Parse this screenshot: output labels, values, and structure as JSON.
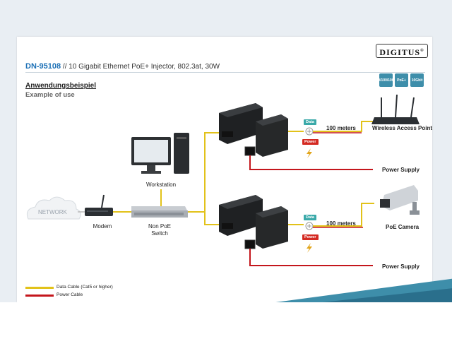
{
  "brand": {
    "logo": "DIGITUS",
    "logo_mark": "®"
  },
  "product": {
    "code": "DN-95108",
    "separator": "//",
    "description": "10 Gigabit Ethernet PoE+ Injector, 802.3at, 30W"
  },
  "heading": {
    "de": "Anwendungsbeispiel",
    "en": "Example of use"
  },
  "badges": [
    "10/100/1000",
    "PoE+",
    "10Gbit"
  ],
  "nodes": {
    "network": "NETWORK",
    "modem": "Modem",
    "switch_line1": "Non PoE",
    "switch_line2": "Switch",
    "workstation": "Workstation",
    "access_point": "Wireless Access Point",
    "camera": "PoE Camera",
    "power_supply_1": "Power Supply",
    "power_supply_2": "Power Supply"
  },
  "links": {
    "distance_1": "100 meters",
    "distance_2": "100 meters",
    "data_tag": "Data",
    "power_tag": "Power"
  },
  "legend": {
    "data": "Data Cable (Cat5 or higher)",
    "power": "Power Cable"
  },
  "colors": {
    "data_cable": "#e2c21a",
    "power_cable": "#c4161c",
    "accent": "#1c70b6",
    "tag_data": "#3aa9a9",
    "tag_power": "#d42a22"
  }
}
